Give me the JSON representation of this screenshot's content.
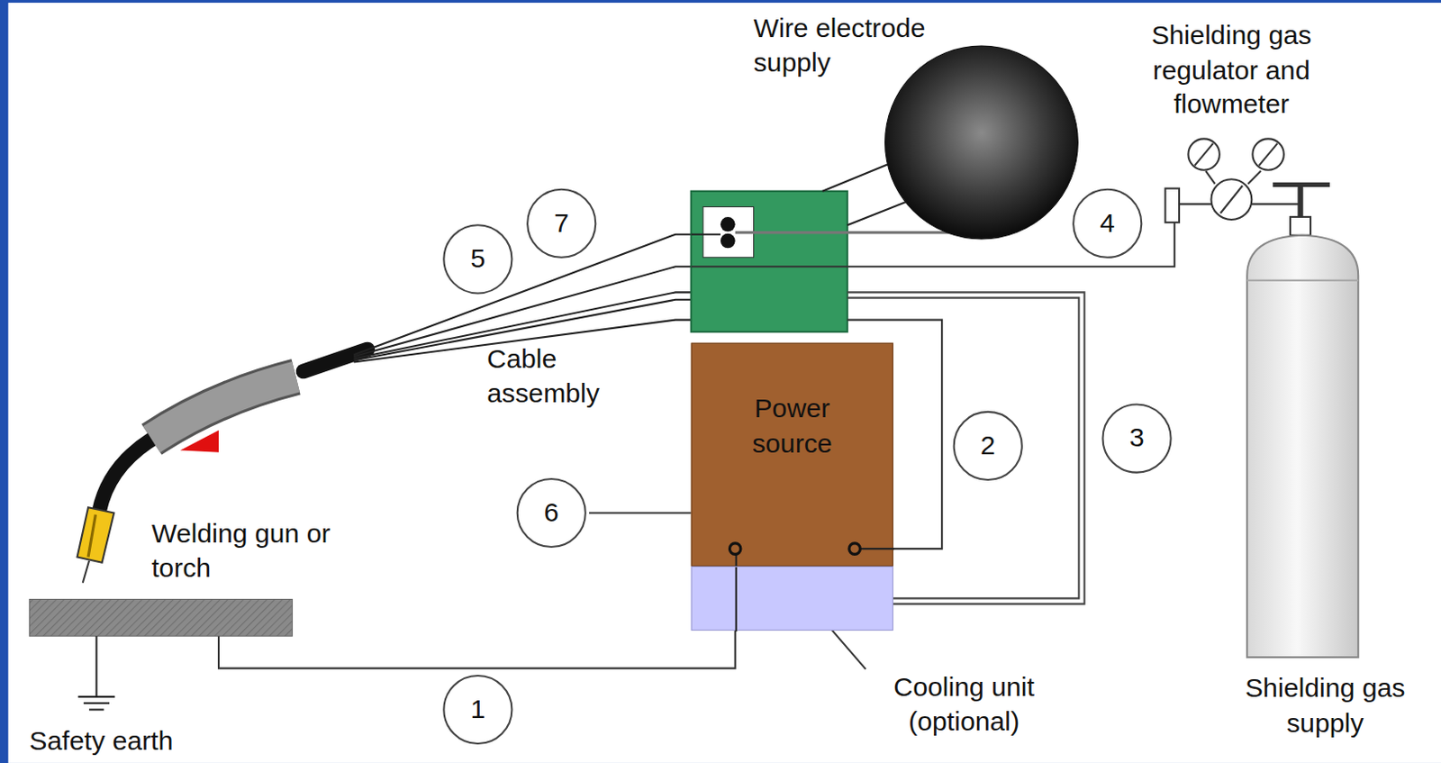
{
  "diagram": {
    "nodes": [
      {
        "text": [
          "Wire electrode supply"
        ]
      },
      {
        "text": [
          "7"
        ]
      },
      {
        "text": [
          "4"
        ]
      },
      {
        "text": [
          "5"
        ]
      },
      {
        "text": [
          "Power source"
        ]
      },
      {
        "text": [
          "2"
        ]
      },
      {
        "text": [
          "3"
        ]
      },
      {
        "text": [
          "6"
        ]
      },
      {
        "text": [
          "Cooling unit (optional)"
        ]
      },
      {
        "text": [
          "1"
        ]
      }
    ],
    "labels": [
      "Shielding gas regulator and flowmeter",
      "Cable assembly",
      "Welding gun or torch",
      "Safety earth",
      "Shielding gas supply"
    ]
  }
}
